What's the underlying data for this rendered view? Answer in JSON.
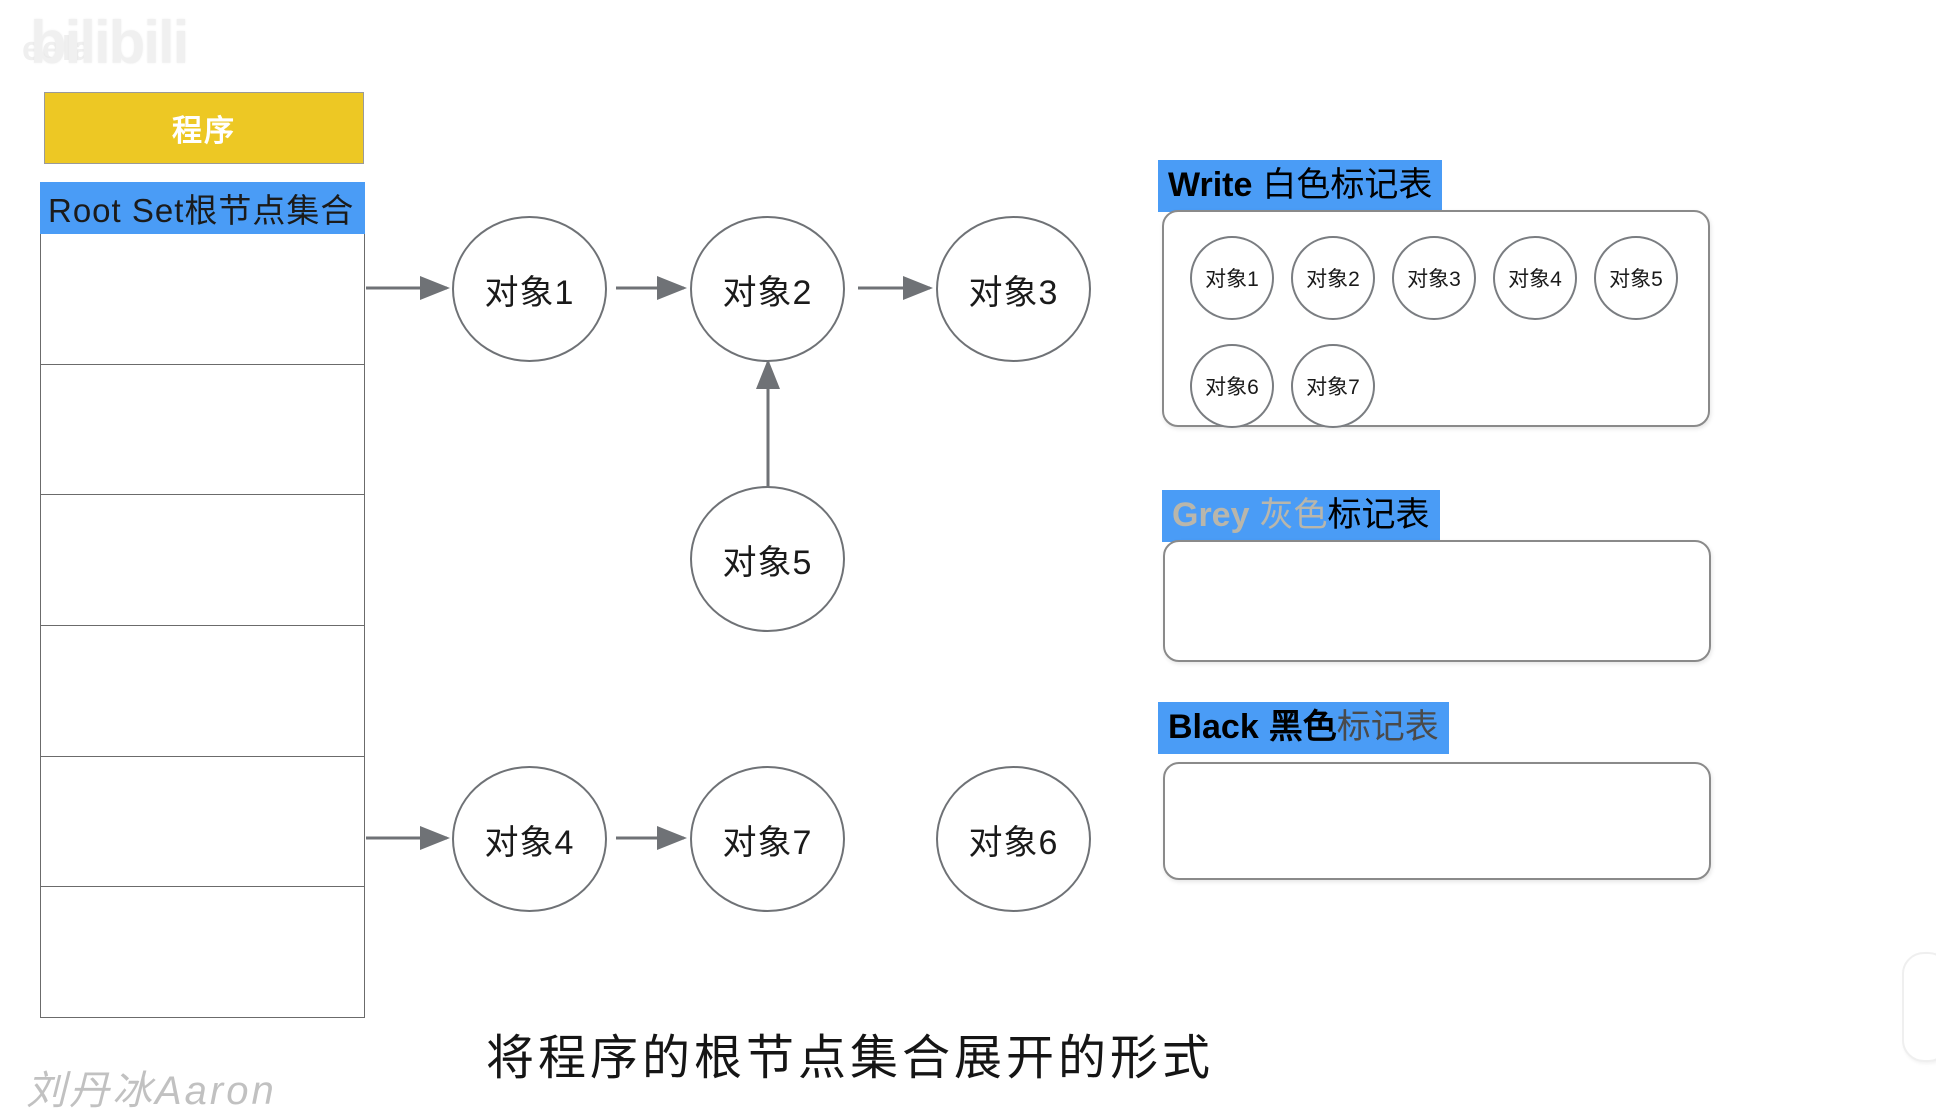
{
  "watermarks": {
    "bilibili": "bilibili",
    "bilibili_small": "eela",
    "bottom": "刘丹冰Aaron"
  },
  "program_box": {
    "label": "程序",
    "fill": "#edc824"
  },
  "root_set": {
    "title": "Root Set根节点集合",
    "title_fill": "#4a9cf6",
    "empty_rows": [
      "",
      "",
      "",
      "",
      "",
      ""
    ]
  },
  "graph": {
    "nodes": [
      {
        "id": "obj1",
        "label": "对象1"
      },
      {
        "id": "obj2",
        "label": "对象2"
      },
      {
        "id": "obj3",
        "label": "对象3"
      },
      {
        "id": "obj5",
        "label": "对象5"
      },
      {
        "id": "obj4",
        "label": "对象4"
      },
      {
        "id": "obj7",
        "label": "对象7"
      },
      {
        "id": "obj6",
        "label": "对象6"
      }
    ],
    "edge_color": "#6f7276"
  },
  "mark_tables": [
    {
      "id": "write",
      "en": "Write",
      "cn_color_word": "白色",
      "cn_suffix": "标记表",
      "en_color": "#ffffff",
      "color_word_color": "#ffffff",
      "suffix_color": "#1b1b1b",
      "items": [
        "对象1",
        "对象2",
        "对象3",
        "对象4",
        "对象5",
        "对象6",
        "对象7"
      ]
    },
    {
      "id": "grey",
      "en": "Grey",
      "cn_color_word": "灰色",
      "cn_suffix": "标记表",
      "en_color": "#b9b6ab",
      "color_word_color": "#b9b6ab",
      "suffix_color": "#1b1b1b",
      "items": []
    },
    {
      "id": "black",
      "en": "Black",
      "cn_color_word": "黑色",
      "cn_suffix": "标记表",
      "en_color": "#000000",
      "color_word_color": "#000000",
      "suffix_color": "#4a4a4a",
      "items": []
    }
  ],
  "caption": "将程序的根节点集合展开的形式"
}
